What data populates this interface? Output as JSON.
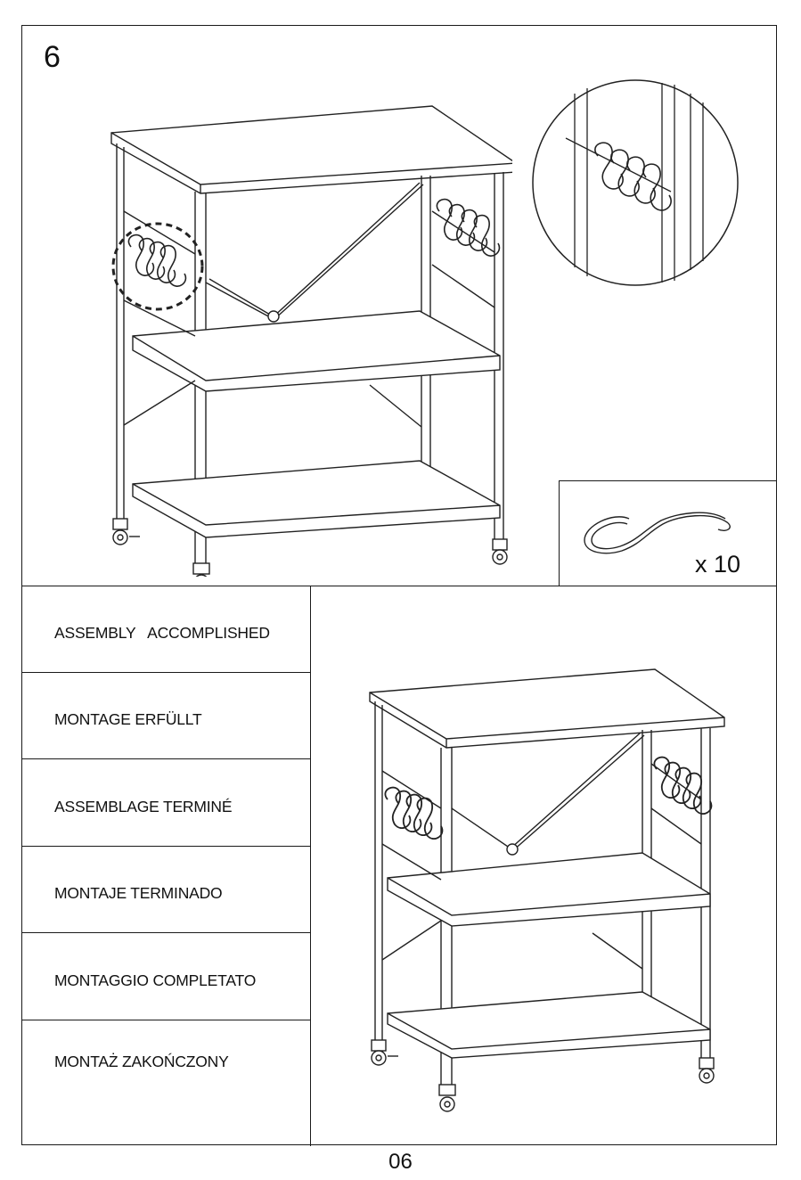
{
  "step": {
    "number": "6"
  },
  "parts": {
    "quantity": "x 10",
    "icon": "s-hook-icon"
  },
  "completion_messages": [
    "ASSEMBLY   ACCOMPLISHED",
    "MONTAGE ERFÜLLT",
    "ASSEMBLAGE TERMINÉ",
    "MONTAJE TERMINADO",
    "MONTAGGIO COMPLETATO",
    "MONTAŻ ZAKOŃCZONY"
  ],
  "page": {
    "number": "06"
  }
}
